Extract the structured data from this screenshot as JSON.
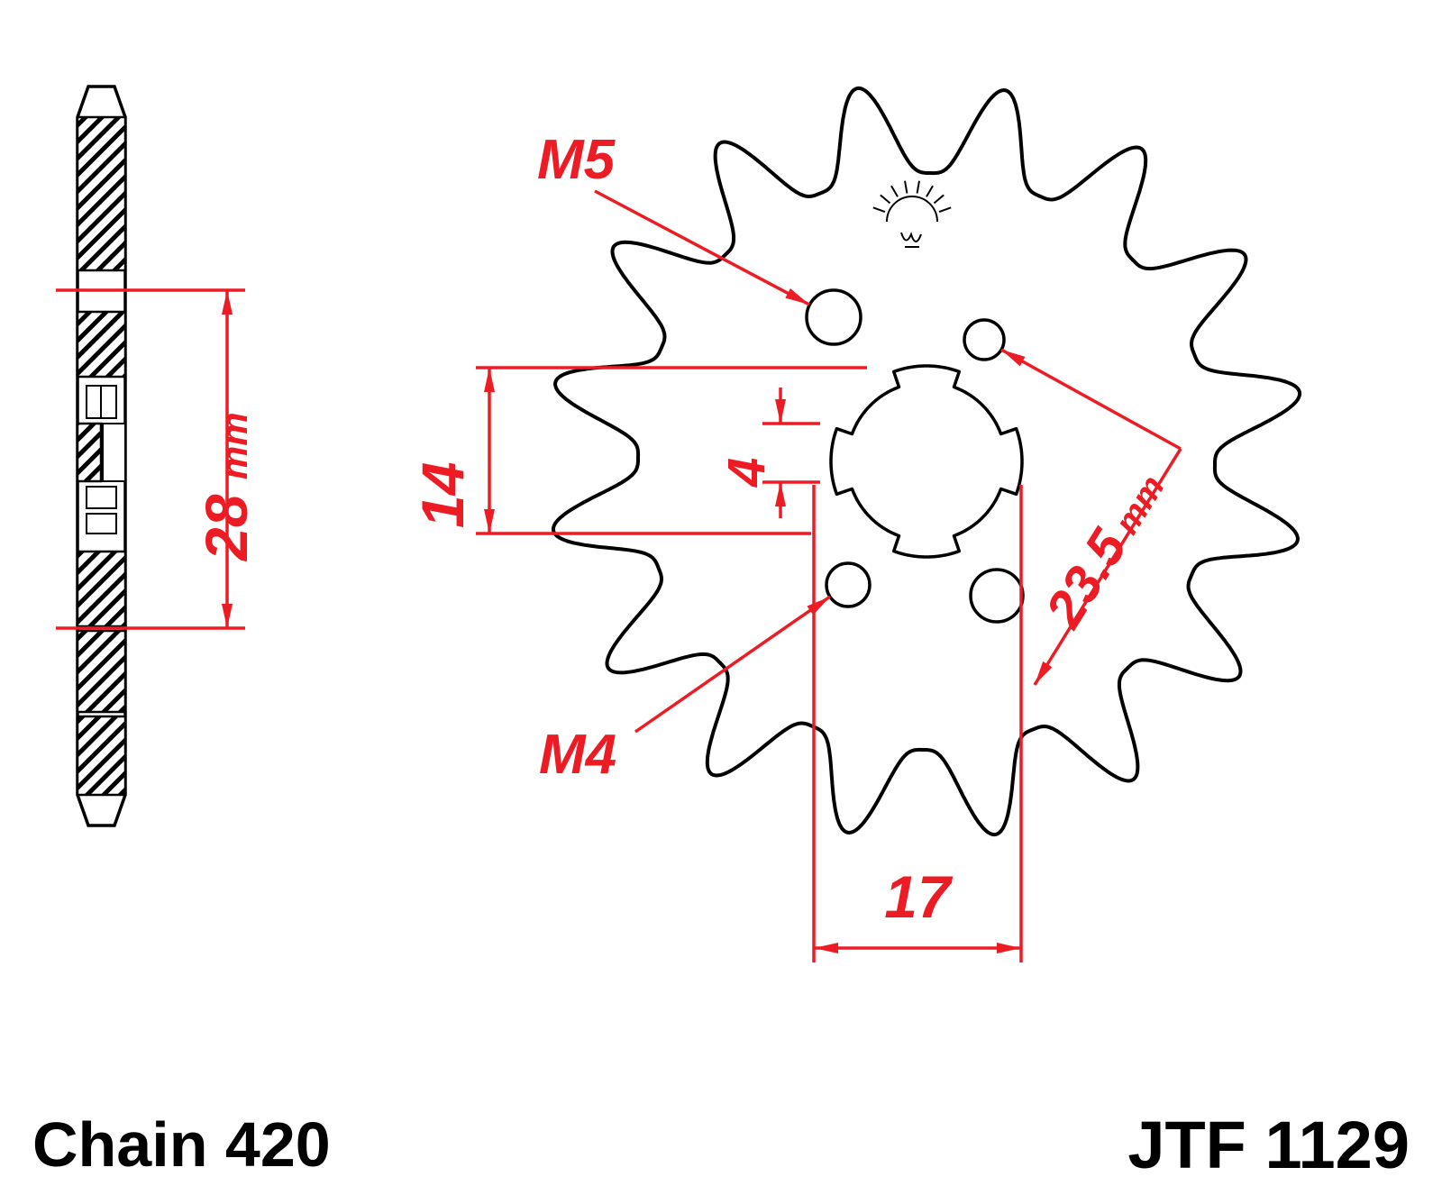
{
  "part": {
    "chain_label": "Chain 420",
    "part_number": "JTF 1129"
  },
  "dimensions": {
    "top_hole_thread": "M5",
    "bore_diameter": "14",
    "spline_depth": "4",
    "hub_width_value": "28",
    "hub_width_unit": "mm",
    "diagonal_spacing_value": "23.5",
    "diagonal_spacing_unit": "mm",
    "bottom_hole_thread": "M4",
    "horizontal_spacing": "17"
  },
  "colors": {
    "dimension_red": "#ed1c24",
    "line_black": "#000000",
    "background": "#ffffff"
  }
}
